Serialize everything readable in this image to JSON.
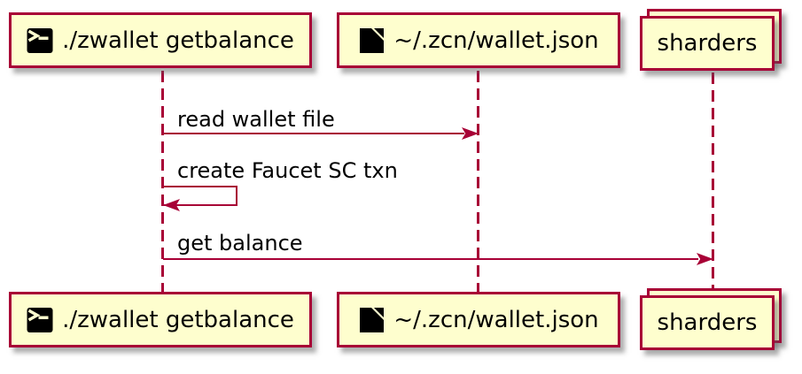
{
  "diagram_type": "sequence-diagram",
  "colors": {
    "accent": "#A80036",
    "participant-fill": "#FEFECE",
    "text-color": "#000000"
  },
  "participants": [
    {
      "id": "zwallet",
      "label": "./zwallet getbalance",
      "icon": "terminal-icon",
      "multiplicity": "single"
    },
    {
      "id": "wallet-file",
      "label": "~/.zcn/wallet.json",
      "icon": "file-icon",
      "multiplicity": "single"
    },
    {
      "id": "sharders",
      "label": "sharders",
      "icon": null,
      "multiplicity": "collections"
    }
  ],
  "messages": [
    {
      "label": "read wallet file",
      "from": "zwallet",
      "to": "wallet-file",
      "style": "solid-arrow"
    },
    {
      "label": "create Faucet SC txn",
      "from": "zwallet",
      "to": "zwallet",
      "style": "self-arrow"
    },
    {
      "label": "get balance",
      "from": "zwallet",
      "to": "sharders",
      "style": "solid-arrow"
    }
  ]
}
